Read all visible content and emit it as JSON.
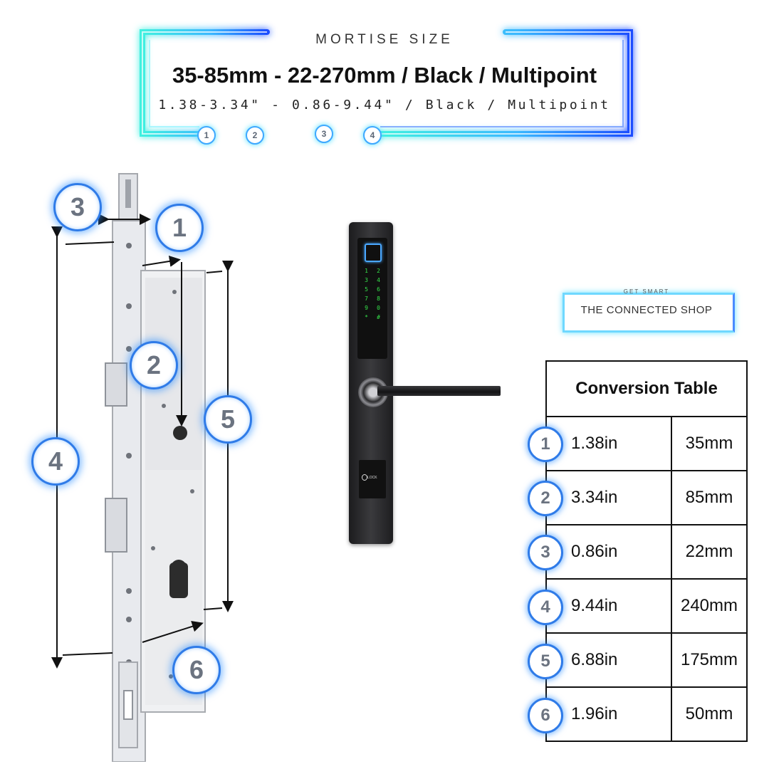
{
  "header": {
    "label": "MORTISE SIZE",
    "size_mm": "35-85mm - 22-270mm / Black / Multipoint",
    "size_in": "1.38-3.34\" - 0.86-9.44\" / Black / Multipoint",
    "badges": [
      "1",
      "2",
      "3",
      "4"
    ]
  },
  "diagram": {
    "callouts": [
      "1",
      "2",
      "3",
      "4",
      "5",
      "6"
    ]
  },
  "keypad": {
    "keys": [
      "1",
      "2",
      "3",
      "4",
      "5",
      "6",
      "7",
      "8",
      "9",
      "0",
      "*",
      "#"
    ],
    "lock_label": "LOCK"
  },
  "logo": {
    "kicker": "GET SMART",
    "name": "THE CONNECTED SHOP"
  },
  "table": {
    "title": "Conversion Table",
    "rows": [
      {
        "n": "1",
        "inch": "1.38in",
        "mm": "35mm"
      },
      {
        "n": "2",
        "inch": "3.34in",
        "mm": "85mm"
      },
      {
        "n": "3",
        "inch": "0.86in",
        "mm": "22mm"
      },
      {
        "n": "4",
        "inch": "9.44in",
        "mm": "240mm"
      },
      {
        "n": "5",
        "inch": "6.88in",
        "mm": "175mm"
      },
      {
        "n": "6",
        "inch": "1.96in",
        "mm": "50mm"
      }
    ]
  },
  "colors": {
    "neon_cyan": "#3fe7e0",
    "neon_blue": "#1f5cff",
    "badge_blue": "#2f7be8",
    "lock_body": "#2a2a2c"
  }
}
